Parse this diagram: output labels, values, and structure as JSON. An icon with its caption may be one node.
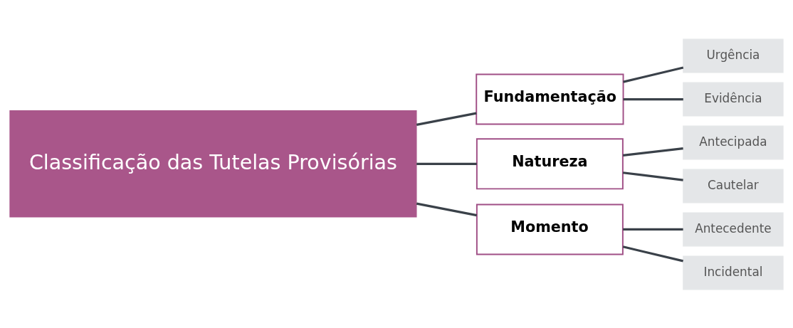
{
  "diagram": {
    "nodes": [
      {
        "text": [
          "Classificação das Tutelas Provisórias"
        ]
      },
      {
        "text": [
          "Fundamentação"
        ]
      },
      {
        "text": [
          "Urgência"
        ]
      },
      {
        "text": [
          "Evidência"
        ]
      },
      {
        "text": [
          "Natureza"
        ]
      },
      {
        "text": [
          "Antecipada"
        ]
      },
      {
        "text": [
          "Cautelar"
        ]
      },
      {
        "text": [
          "Momento"
        ]
      },
      {
        "text": [
          "Antecedente"
        ]
      },
      {
        "text": [
          "Incidental"
        ]
      }
    ],
    "edges": [
      {
        "from": 0,
        "to": 1,
        "arrow": "none"
      },
      {
        "from": 1,
        "to": 2,
        "arrow": "none"
      },
      {
        "from": 1,
        "to": 3,
        "arrow": "none"
      },
      {
        "from": 0,
        "to": 4,
        "arrow": "none"
      },
      {
        "from": 4,
        "to": 5,
        "arrow": "none"
      },
      {
        "from": 4,
        "to": 6,
        "arrow": "none"
      },
      {
        "from": 0,
        "to": 7,
        "arrow": "none"
      },
      {
        "from": 7,
        "to": 8,
        "arrow": "none"
      },
      {
        "from": 7,
        "to": 9,
        "arrow": "none"
      }
    ]
  }
}
